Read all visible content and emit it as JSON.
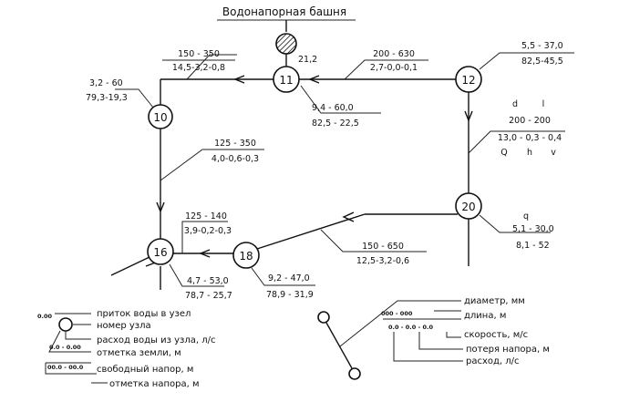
{
  "title": "Водонапорная башня",
  "tower_elevation": "21,2",
  "nodes": [
    {
      "id": "10",
      "label": "10"
    },
    {
      "id": "11",
      "label": "11"
    },
    {
      "id": "12",
      "label": "12"
    },
    {
      "id": "16",
      "label": "16"
    },
    {
      "id": "18",
      "label": "18"
    },
    {
      "id": "20",
      "label": "20"
    }
  ],
  "pipe_labels": {
    "p11_10_top": "150 - 350",
    "p11_10_bot": "14,5-3,2-0,8",
    "p12_11_top": "200 - 630",
    "p12_11_bot": "2,7-0,0-0,1",
    "p10_16_top": "125 - 350",
    "p10_16_bot": "4,0-0,6-0,3",
    "p18_16_top": "125 - 140",
    "p18_16_bot": "3,9-0,2-0,3",
    "p20_18_top": "150 - 650",
    "p20_18_bot": "12,5-3,2-0,6",
    "p12_20_head": [
      "d",
      "l"
    ],
    "p12_20_top": "200 - 200",
    "p12_20_bot": "13,0 - 0,3 - 0,4",
    "p12_20_foot": [
      "Q",
      "h",
      "v"
    ]
  },
  "node_labels": {
    "n10_top": "3,2 - 60",
    "n10_bot": "79,3-19,3",
    "n11_top": "9,4 - 60,0",
    "n11_bot": "82,5 - 22,5",
    "n12_top": "5,5 - 37,0",
    "n12_bot": "82,5-45,5",
    "n20_q": "q",
    "n20_top": "5,1 - 30,0",
    "n20_bot": "8,1 - 52",
    "n16_top": "4,7 - 53,0",
    "n16_bot": "78,7 - 25,7",
    "n18_top": "9,2 - 47,0",
    "n18_bot": "78,9 - 31,9"
  },
  "legend_node": {
    "sample_inflow": "0.00",
    "sample_ground": "0.0 - 0.00",
    "sample_head": "00.0 - 00.0",
    "items": [
      "приток воды в узел",
      "номер узла",
      "расход воды из узла, л/с",
      "отметка земли, м",
      "свободный напор, м",
      "отметка напора, м"
    ]
  },
  "legend_pipe": {
    "sample_top": "000 - 000",
    "sample_bot": "0.0 - 0.0 - 0.0",
    "items": [
      "диаметр, мм",
      "длина, м",
      "скорость, м/с",
      "потеря напора, м",
      "расход, л/с"
    ]
  }
}
